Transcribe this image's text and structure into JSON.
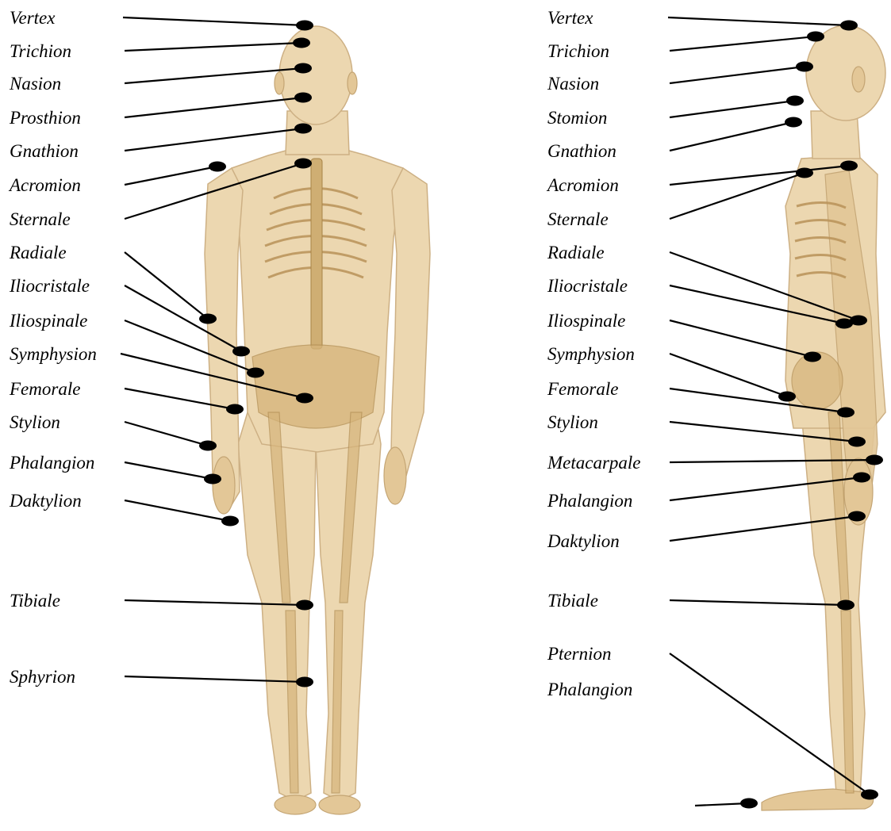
{
  "front_view": {
    "labels": [
      "Vertex",
      "Trichion",
      "Nasion",
      "Prosthion",
      "Gnathion",
      "Acromion",
      "Sternale",
      "Radiale",
      "Iliocristale",
      "Iliospinale",
      "Symphysion",
      "Femorale",
      "Stylion",
      "Phalangion",
      "Daktylion",
      "Tibiale",
      "Sphyrion"
    ]
  },
  "side_view": {
    "labels": [
      "Vertex",
      "Trichion",
      "Nasion",
      "Stomion",
      "Gnathion",
      "Acromion",
      "Sternale",
      "Radiale",
      "Iliocristale",
      "Iliospinale",
      "Symphysion",
      "Femorale",
      "Stylion",
      "Metacarpale",
      "Phalangion",
      "Daktylion",
      "Tibiale",
      "Pternion",
      "Phalangion"
    ]
  }
}
